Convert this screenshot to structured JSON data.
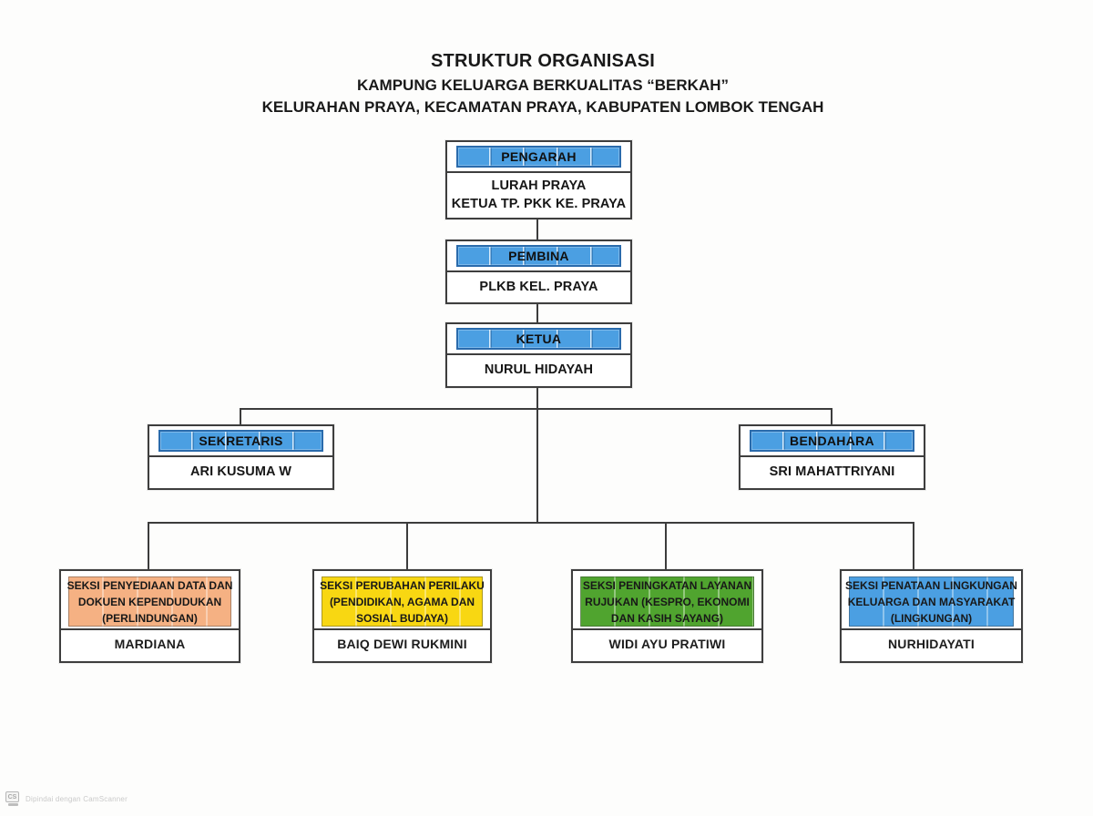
{
  "title": {
    "line1": "STRUKTUR ORGANISASI",
    "line2": "KAMPUNG KELUARGA BERKUALITAS “BERKAH”",
    "line3": "KELURAHAN PRAYA, KECAMATAN PRAYA, KABUPATEN LOMBOK TENGAH"
  },
  "org": {
    "pengarah": {
      "title": "PENGARAH",
      "line1": "LURAH PRAYA",
      "line2": "KETUA TP. PKK KE. PRAYA"
    },
    "pembina": {
      "title": "PEMBINA",
      "name": "PLKB KEL. PRAYA"
    },
    "ketua": {
      "title": "KETUA",
      "name": "NURUL HIDAYAH"
    },
    "sekretaris": {
      "title": "SEKRETARIS",
      "name": "ARI KUSUMA W"
    },
    "bendahara": {
      "title": "BENDAHARA",
      "name": "SRI MAHATTRIYANI"
    },
    "seksi": [
      {
        "line1": "SEKSI PENYEDIAAN DATA DAN",
        "line2": "DOKUEN KEPENDUDUKAN",
        "line3": "(PERLINDUNGAN)",
        "name": "MARDIANA",
        "color": "#F5B183"
      },
      {
        "line1": "SEKSI PERUBAHAN PERILAKU",
        "line2": "(PENDIDIKAN, AGAMA DAN",
        "line3": "SOSIAL BUDAYA)",
        "name": "BAIQ DEWI RUKMINI",
        "color": "#F8D712"
      },
      {
        "line1": "SEKSI PENINGKATAN LAYANAN",
        "line2": "RUJUKAN (KESPRO, EKONOMI",
        "line3": "DAN KASIH SAYANG)",
        "name": "WIDI AYU PRATIWI",
        "color": "#50A42F"
      },
      {
        "line1": "SEKSI PENATAAN LINGKUNGAN",
        "line2": "KELUARGA DAN MASYARAKAT",
        "line3": "(LINGKUNGAN)",
        "name": "NURHIDAYATI",
        "color": "#4B9FE2"
      }
    ]
  },
  "colors": {
    "role_bar_blue": "#4B9FE2",
    "connector_line": "#3C3C3C"
  },
  "watermark": {
    "badge": "CS",
    "text": "Dipindai dengan CamScanner"
  }
}
